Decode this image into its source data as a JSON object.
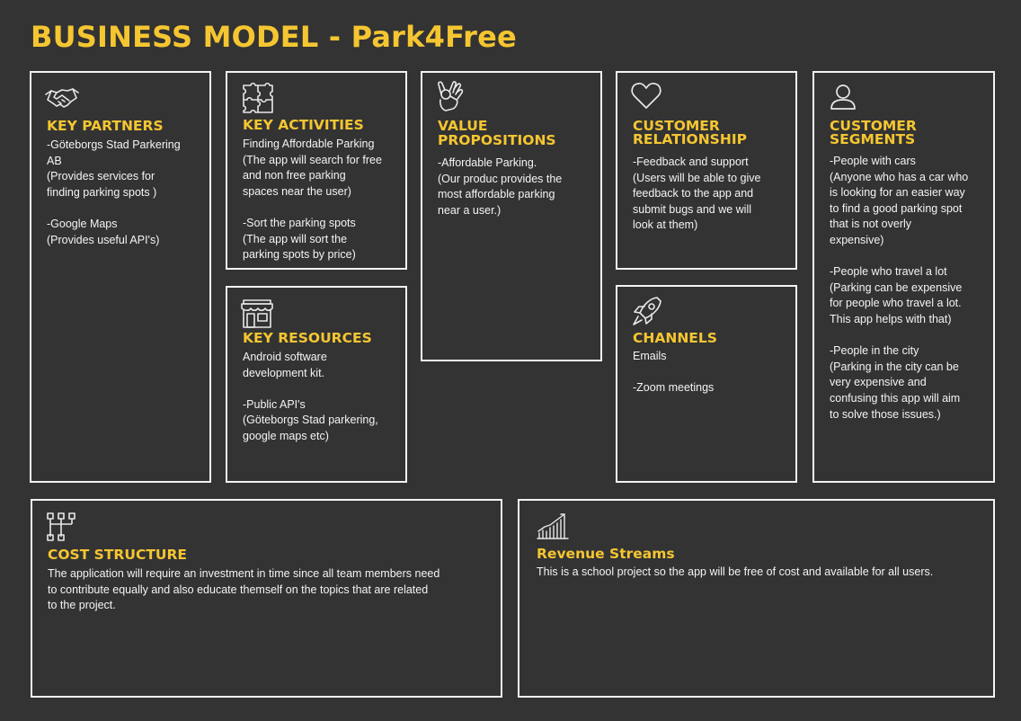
{
  "title": "BUSINESS MODEL - Park4Free",
  "key_partners": {
    "title": "KEY PARTNERS",
    "body": " -Göteborgs Stad Parkering\nAB\n(Provides services  for\nfinding parking spots )\n\n-Google  Maps\n(Provides useful API's)"
  },
  "key_activities": {
    "title": "KEY ACTIVITIES",
    "body": "  Finding Affordable Parking\n(The app will search for free\nand non free parking\nspaces near the user)\n\n-Sort the parking spots\n(The app will sort the\nparking spots by price)"
  },
  "key_resources": {
    "title": "KEY RESOURCES",
    "body": " Android software\ndevelopment kit.\n\n-Public API's\n(Göteborgs Stad parkering,\ngoogle maps etc)"
  },
  "value_propositions": {
    "title_line1": "VALUE",
    "title_line2": "PROPOSITIONS",
    "body": "-Affordable Parking.\n(Our produc provides the\nmost affordable parking\nnear a user.)"
  },
  "customer_relationship": {
    "title_line1": "CUSTOMER",
    "title_line2": "RELATIONSHIP",
    "body": "-Feedback and support\n(Users will be able to give\nfeedback to the app and\nsubmit bugs and we will\nlook at them)"
  },
  "channels": {
    "title": "CHANNELS",
    "body": "  Emails\n\n-Zoom meetings"
  },
  "customer_segments": {
    "title_line1": "CUSTOMER",
    "title_line2": "SEGMENTS",
    "body": "-People with cars\n(Anyone who has a car who\nis looking for an easier way\nto find a good parking spot\nthat is not overly\nexpensive)\n\n-People who travel a lot\n(Parking can be expensive\nfor people who travel a lot.\nThis app helps with that)\n\n-People in the city\n(Parking in the city can be\nvery expensive and\nconfusing this app will aim\nto solve those issues.)"
  },
  "cost_structure": {
    "title": "COST STRUCTURE",
    "body": "The application will require an investment in time since all team members need\nto contribute equally and  also educate themself on the topics that are related\nto the project."
  },
  "revenue_streams": {
    "title": "Revenue Streams",
    "body": "This is a school project so the app will be free of cost and available for all users."
  },
  "icons": {
    "key_partners": "handshake-icon",
    "key_activities": "puzzle-icon",
    "key_resources": "store-icon",
    "value_propositions": "ok-hand-icon",
    "customer_relationship": "heart-icon",
    "channels": "rocket-icon",
    "customer_segments": "user-icon",
    "cost_structure": "structure-icon",
    "revenue_streams": "growth-chart-icon"
  },
  "colors": {
    "background": "#333333",
    "accent": "#f5c631",
    "border": "#f2f2f2",
    "text": "#f4f4f4"
  }
}
